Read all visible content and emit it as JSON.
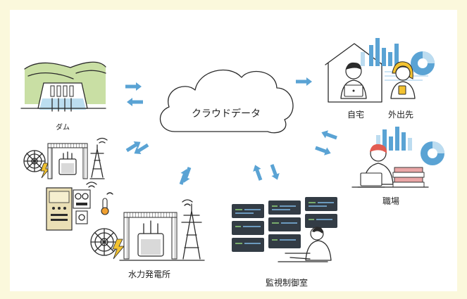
{
  "cloud": {
    "label": "クラウドデータ"
  },
  "nodes": {
    "dam": {
      "label": "ダム"
    },
    "home": {
      "label": "自宅"
    },
    "outside": {
      "label": "外出先"
    },
    "workplace": {
      "label": "職場"
    },
    "power_plant": {
      "label": "水力発電所"
    },
    "control_room": {
      "label": "監視制御室"
    }
  },
  "colors": {
    "background": "#fbf8dc",
    "arrow": "#5aa3d4",
    "chart_bar": "#5aa3d4",
    "dam_green": "#c9dfa4",
    "accent_yellow": "#f2c230",
    "sensor_orange": "#f0a030",
    "server_dark": "#333c45"
  },
  "icons": [
    "cloud-icon",
    "dam-icon",
    "transmission-tower-icon",
    "turbine-icon",
    "lightning-icon",
    "control-panel-icon",
    "thermometer-icon",
    "wifi-icon",
    "house-icon",
    "person-icon",
    "laptop-icon",
    "bar-chart-icon",
    "pie-chart-icon",
    "monitor-wall-icon",
    "operator-icon"
  ]
}
